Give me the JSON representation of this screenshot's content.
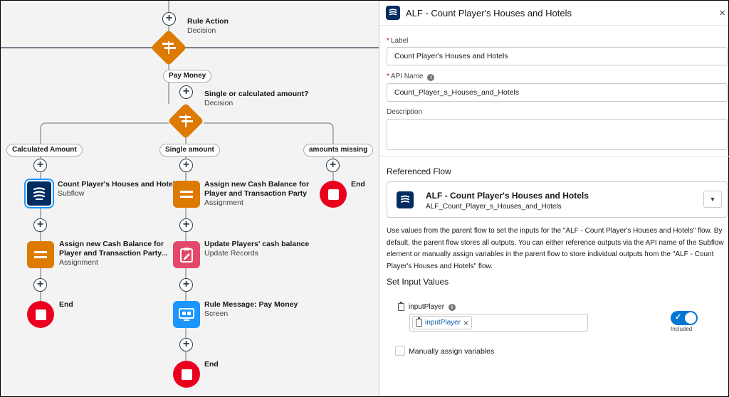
{
  "canvas": {
    "top_element": {
      "title": "Rule Action",
      "subtitle": "Decision"
    },
    "decision2": {
      "title": "Single or calculated amount?",
      "subtitle": "Decision"
    },
    "pills": {
      "pay_money": "Pay Money",
      "calculated": "Calculated Amount",
      "single": "Single amount",
      "missing": "amounts missing"
    },
    "left_branch": [
      {
        "title": "Count Player's Houses and Hotels",
        "subtitle": "Subflow",
        "icon": "subflow-icon"
      },
      {
        "title": "Assign new Cash Balance for",
        "title2": "Player and Transaction Party...",
        "subtitle": "Assignment",
        "icon": "assignment-icon"
      }
    ],
    "mid_branch": [
      {
        "title": "Assign new Cash Balance for",
        "title2": "Player and Transaction Party",
        "subtitle": "Assignment",
        "icon": "assignment-icon"
      },
      {
        "title": "Update Players' cash balance",
        "subtitle": "Update Records",
        "icon": "update-records-icon"
      },
      {
        "title": "Rule Message: Pay Money",
        "subtitle": "Screen",
        "icon": "screen-icon"
      }
    ],
    "end_label": "End",
    "plus_symbol": "+"
  },
  "panel": {
    "header_title": "ALF - Count Player's Houses and Hotels",
    "close_symbol": "×",
    "label_field": {
      "label": "Label",
      "required_mark": "*",
      "value": "Count Player's Houses and Hotels"
    },
    "api_field": {
      "label": "API Name",
      "required_mark": "*",
      "value": "Count_Player_s_Houses_and_Hotels"
    },
    "description_field": {
      "label": "Description",
      "value": ""
    },
    "referenced_flow": {
      "section_title": "Referenced Flow",
      "name": "ALF - Count Player's Houses and Hotels",
      "api": "ALF_Count_Player_s_Houses_and_Hotels"
    },
    "help_text": "Use values from the parent flow to set the inputs for the \"ALF - Count Player's Houses and Hotels\" flow. By default, the parent flow stores all outputs. You can either reference outputs via the API name of the Subflow element or manually assign variables in the parent flow to store individual outputs from the \"ALF - Count Player's Houses and Hotels\" flow.",
    "set_inputs_title": "Set Input Values",
    "input_player": {
      "label": "inputPlayer",
      "chip": "inputPlayer",
      "chip_remove": "×",
      "toggle_label": "Included",
      "toggle_on": true
    },
    "manual_checkbox": {
      "label": "Manually assign variables",
      "checked": false
    }
  },
  "colors": {
    "assignment": "#dd7a01",
    "subflow": "#032d60",
    "update": "#e3486a",
    "screen": "#1b96ff",
    "end": "#ea001e",
    "toggle": "#0176d3"
  }
}
